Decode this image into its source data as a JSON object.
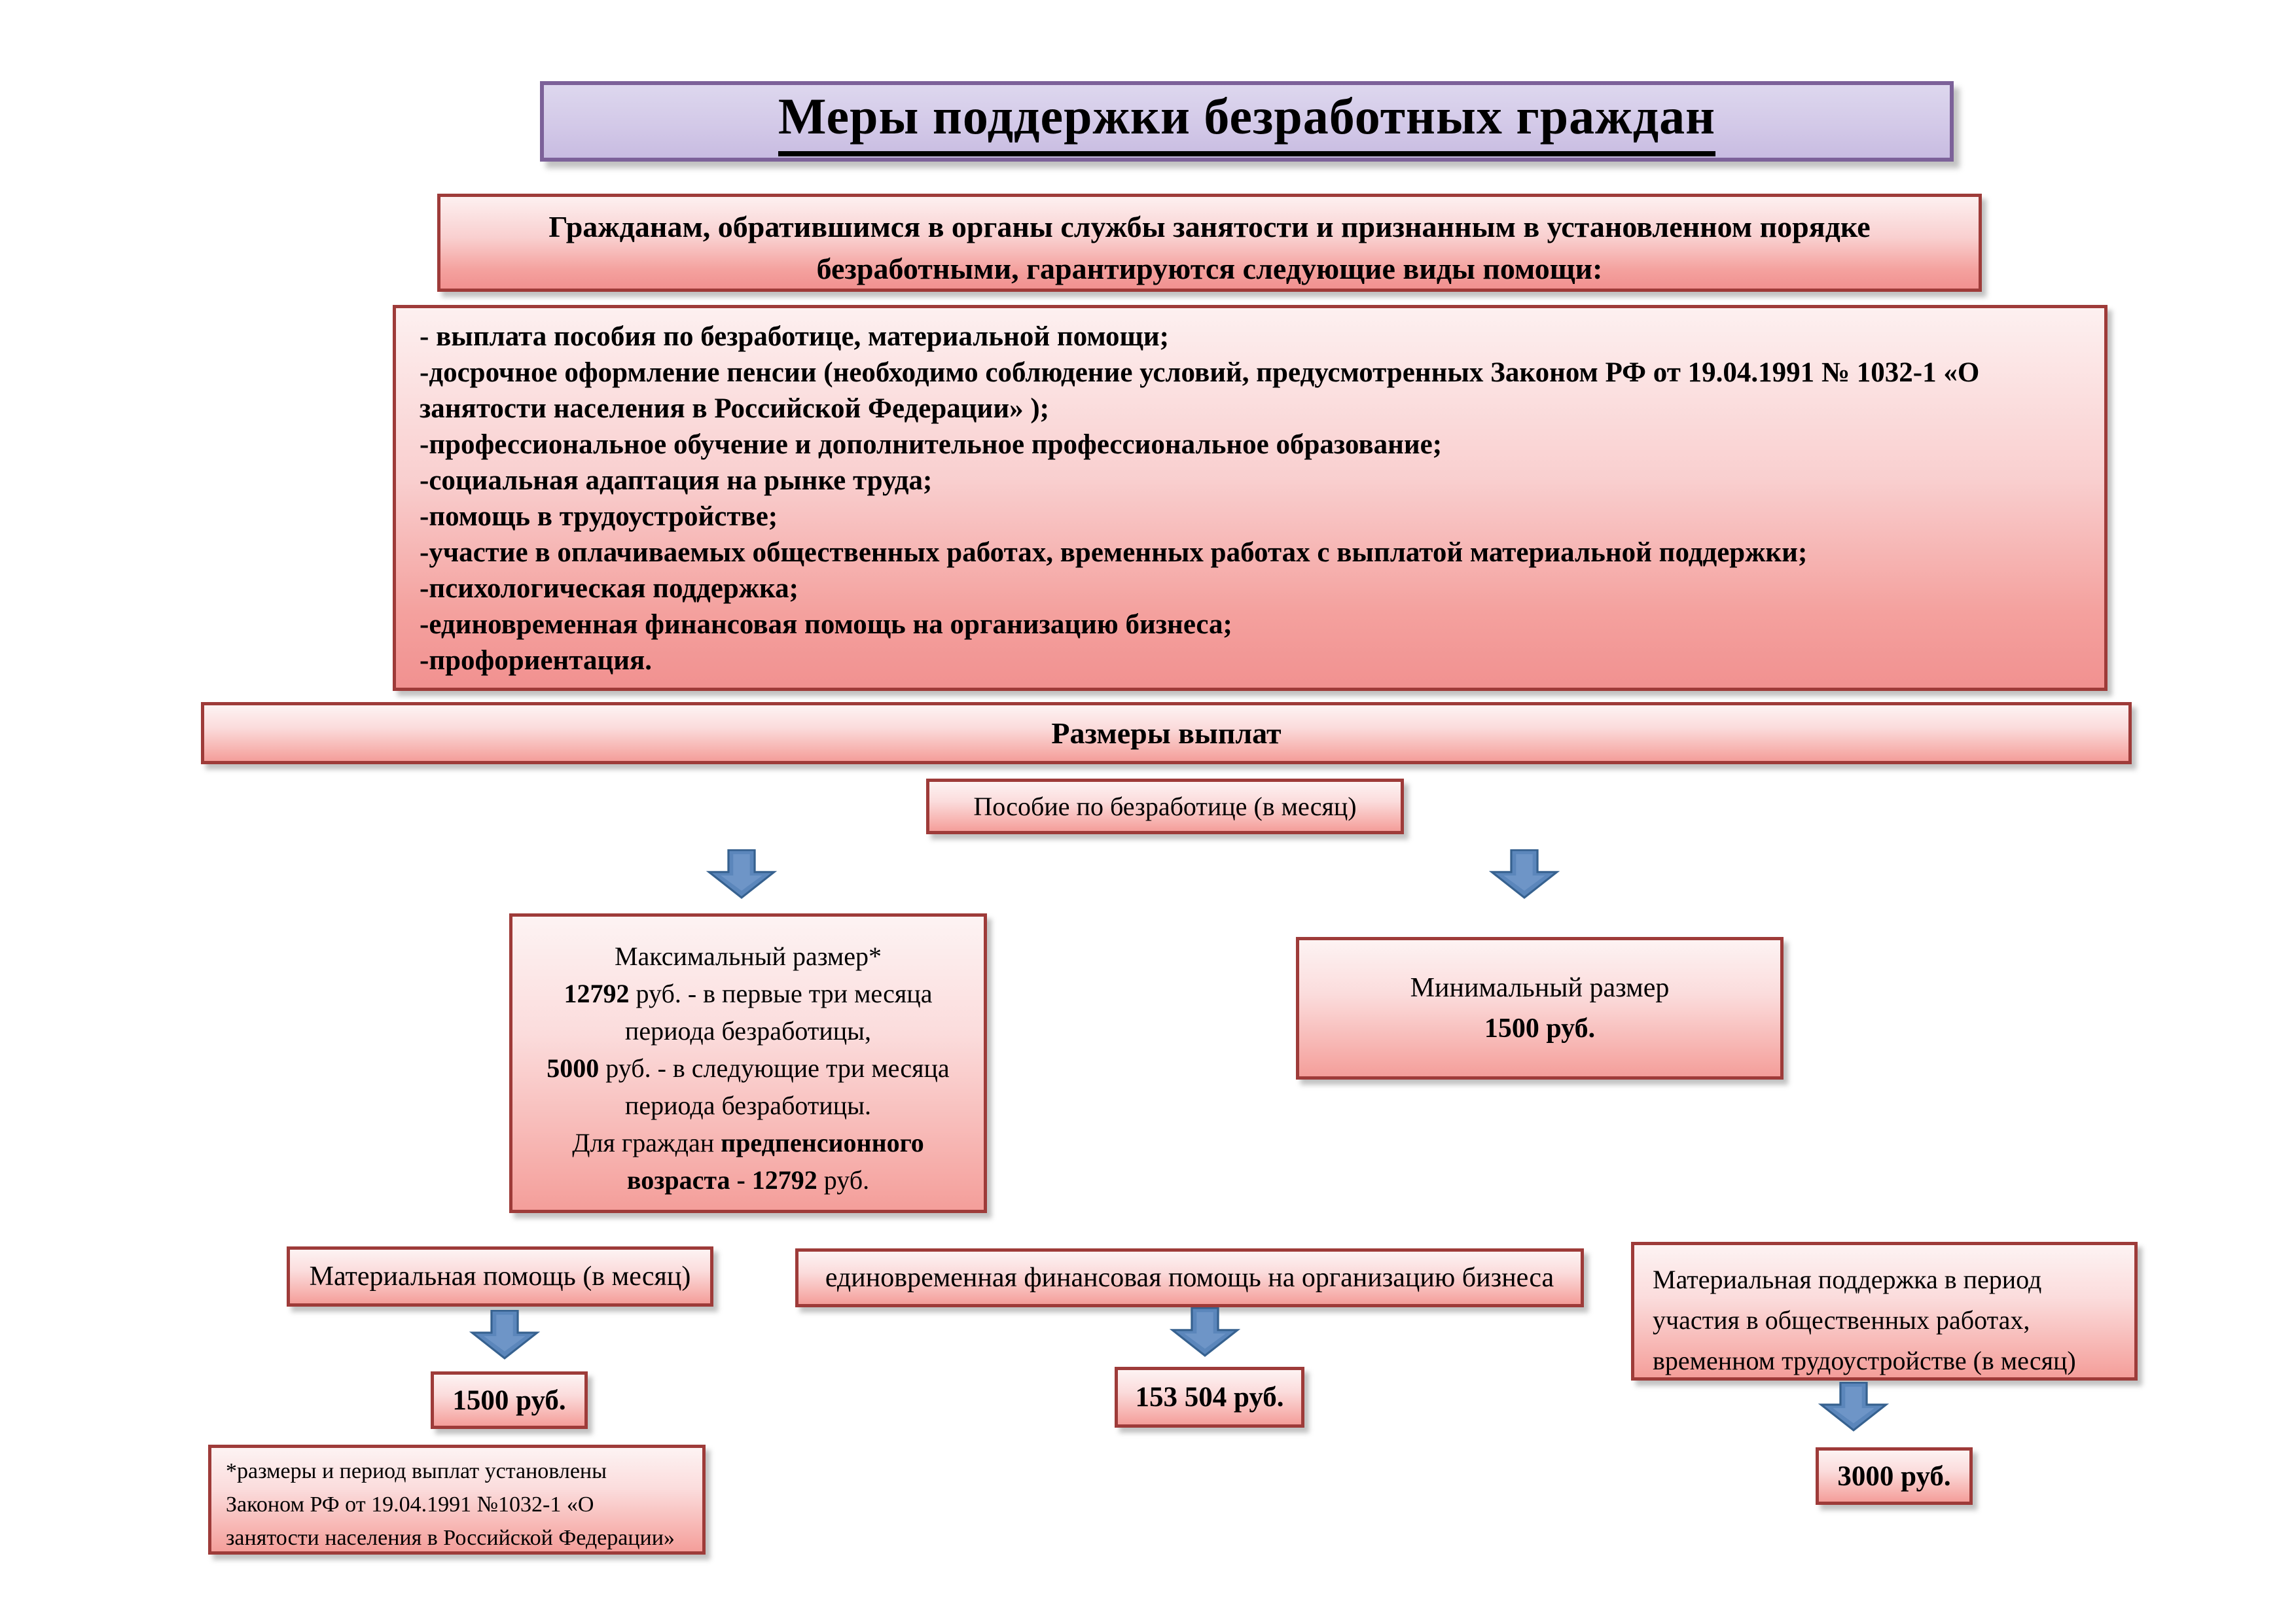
{
  "colors": {
    "box_border_red": "#9e3b39",
    "box_fill_pink_top": "#fdf3f3",
    "box_fill_pink_bottom": "#f49e9a",
    "title_border_purple": "#7c6199",
    "title_fill_lavender": "#d3c9e8",
    "arrow_blue_fill": "#5b86bb",
    "arrow_blue_stroke": "#36618f",
    "text": "#000000"
  },
  "title": {
    "text": "Меры поддержки безработных граждан"
  },
  "intro": {
    "text": "Гражданам, обратившимся в органы службы занятости и  признанным в установленном порядке безработными, гарантируются следующие виды помощи:"
  },
  "benefits": {
    "items": [
      "- выплата пособия по безработице, материальной помощи;",
      "-досрочное оформление пенсии (необходимо соблюдение условий, предусмотренных Законом РФ от 19.04.1991 № 1032-1 «О занятости населения в Российской Федерации» );",
      "-профессиональное обучение и дополнительное профессиональное образование;",
      "-социальная адаптация на рынке труда;",
      "-помощь в трудоустройстве;",
      "-участие в оплачиваемых общественных работах, временных работах с выплатой материальной поддержки;",
      "-психологическая поддержка;",
      "-единовременная финансовая помощь на организацию бизнеса;",
      "-профориентация."
    ]
  },
  "payments_bar": {
    "text": "Размеры выплат"
  },
  "posobie": {
    "text": "Пособие по безработице (в месяц)"
  },
  "max_box": {
    "title": "Максимальный размер*",
    "p1_bold": "12792",
    "p1_rest": " руб. - в первые три месяца периода безработицы,",
    "p2_bold": "5000",
    "p2_rest": " руб. - в следующие три месяца периода безработицы.",
    "p3_pre": "Для граждан ",
    "p3_bold": "предпенсионного возраста - 12792",
    "p3_post": " руб."
  },
  "min_box": {
    "line1": "Минимальный размер",
    "amount": "1500 руб."
  },
  "mat_help": {
    "header": "Материальная помощь (в месяц)",
    "amount": "1500 руб."
  },
  "business": {
    "header": "единовременная финансовая помощь на организацию бизнеса",
    "amount": "153 504 руб."
  },
  "support": {
    "header": "Материальная поддержка  в период участия в общественных работах, временном трудоустройстве (в месяц)",
    "amount": "3000 руб."
  },
  "footnote": {
    "lines": [
      "*размеры и период выплат установлены",
      "Законом РФ от 19.04.1991 №1032-1 «О",
      "занятости населения в Российской Федерации»"
    ]
  }
}
